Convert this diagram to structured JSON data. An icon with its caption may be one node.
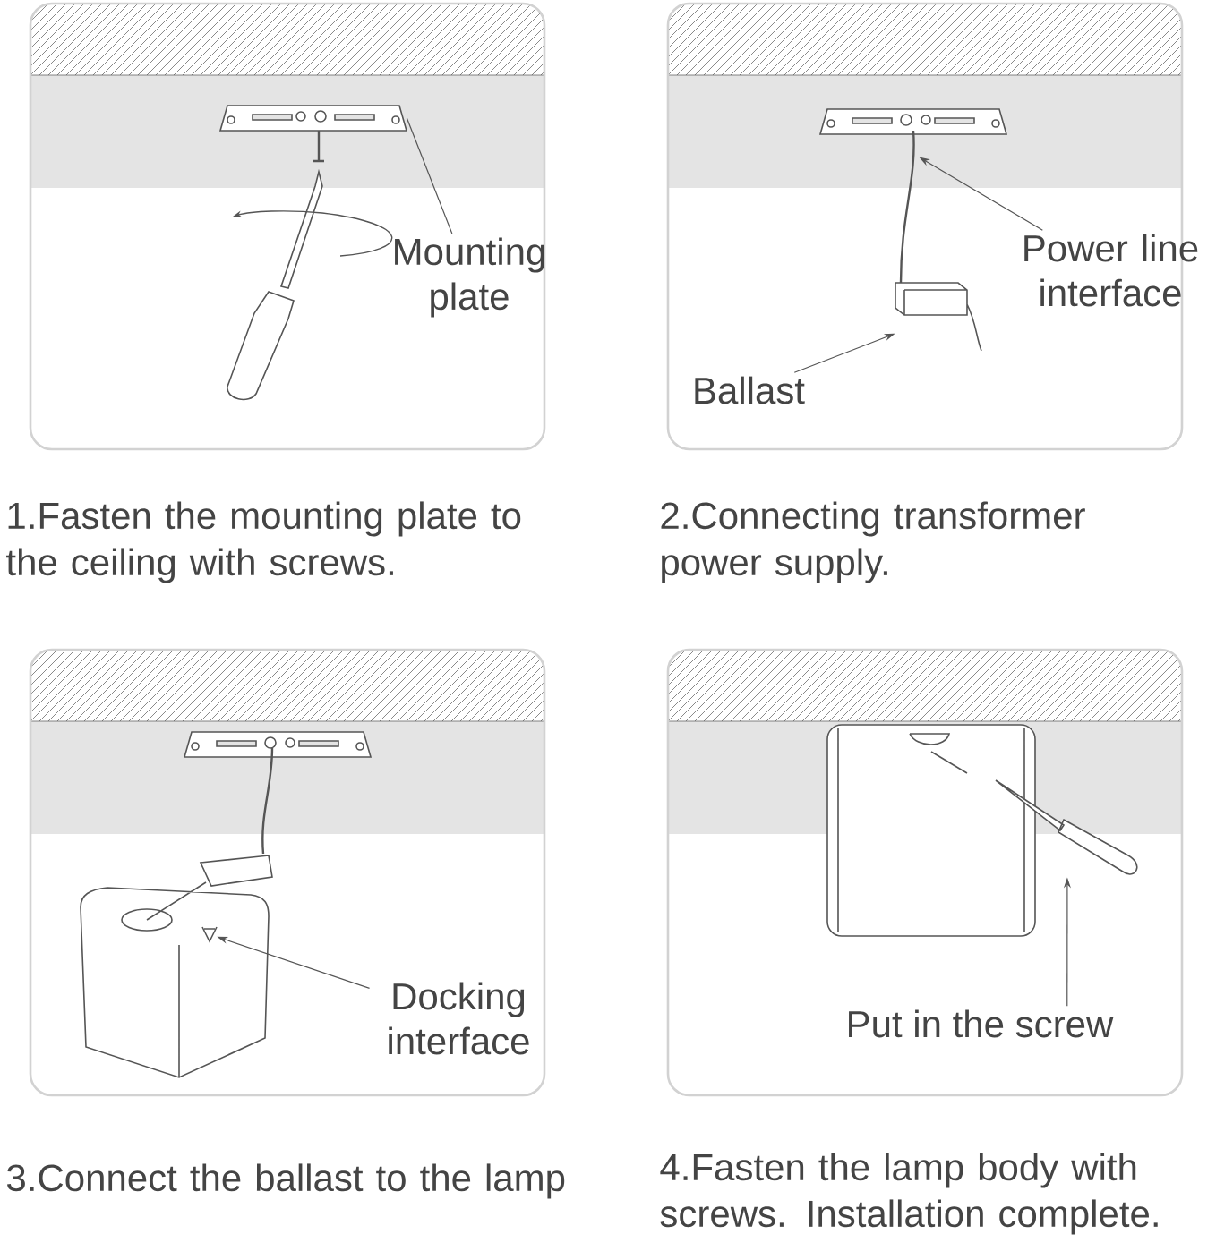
{
  "diagram": {
    "nodes": [
      {
        "text": [],
        "shape": "box",
        "beside": [
          "1.Fasten the mounting plate to the ceiling with screws."
        ]
      },
      {
        "text": [
          "Mounting plate"
        ],
        "in": 0
      },
      {
        "text": [],
        "shape": "picture",
        "in": 0
      },
      {
        "text": [],
        "shape": "box",
        "beside": [
          "2.Connecting transformer power supply."
        ]
      },
      {
        "text": [
          "Power line interface"
        ],
        "in": 3
      },
      {
        "text": [],
        "shape": "picture",
        "in": 3
      },
      {
        "text": [],
        "shape": "picture",
        "in": 3
      },
      {
        "text": [
          "Ballast"
        ],
        "in": 3
      },
      {
        "text": [],
        "shape": "box",
        "beside": [
          "3.Connect the ballast to the lamp"
        ]
      },
      {
        "text": [],
        "shape": "picture",
        "in": 8
      },
      {
        "text": [
          "Docking interface"
        ],
        "in": 8
      },
      {
        "text": [],
        "shape": "box",
        "beside": [
          "4.Fasten the lamp body with screws. Installation complete."
        ]
      },
      {
        "text": [],
        "shape": "picture",
        "in": 11
      },
      {
        "text": [
          "Put in the screw"
        ],
        "in": 11
      }
    ],
    "edges": [
      {
        "from": 1,
        "to": 2,
        "arrow": "none"
      },
      {
        "from": 4,
        "to": 5,
        "arrow": "to"
      },
      {
        "from": 7,
        "to": 6,
        "arrow": "to"
      },
      {
        "from": 10,
        "to": 9,
        "arrow": "to"
      },
      {
        "from": 13,
        "to": 12,
        "arrow": "to"
      }
    ]
  }
}
